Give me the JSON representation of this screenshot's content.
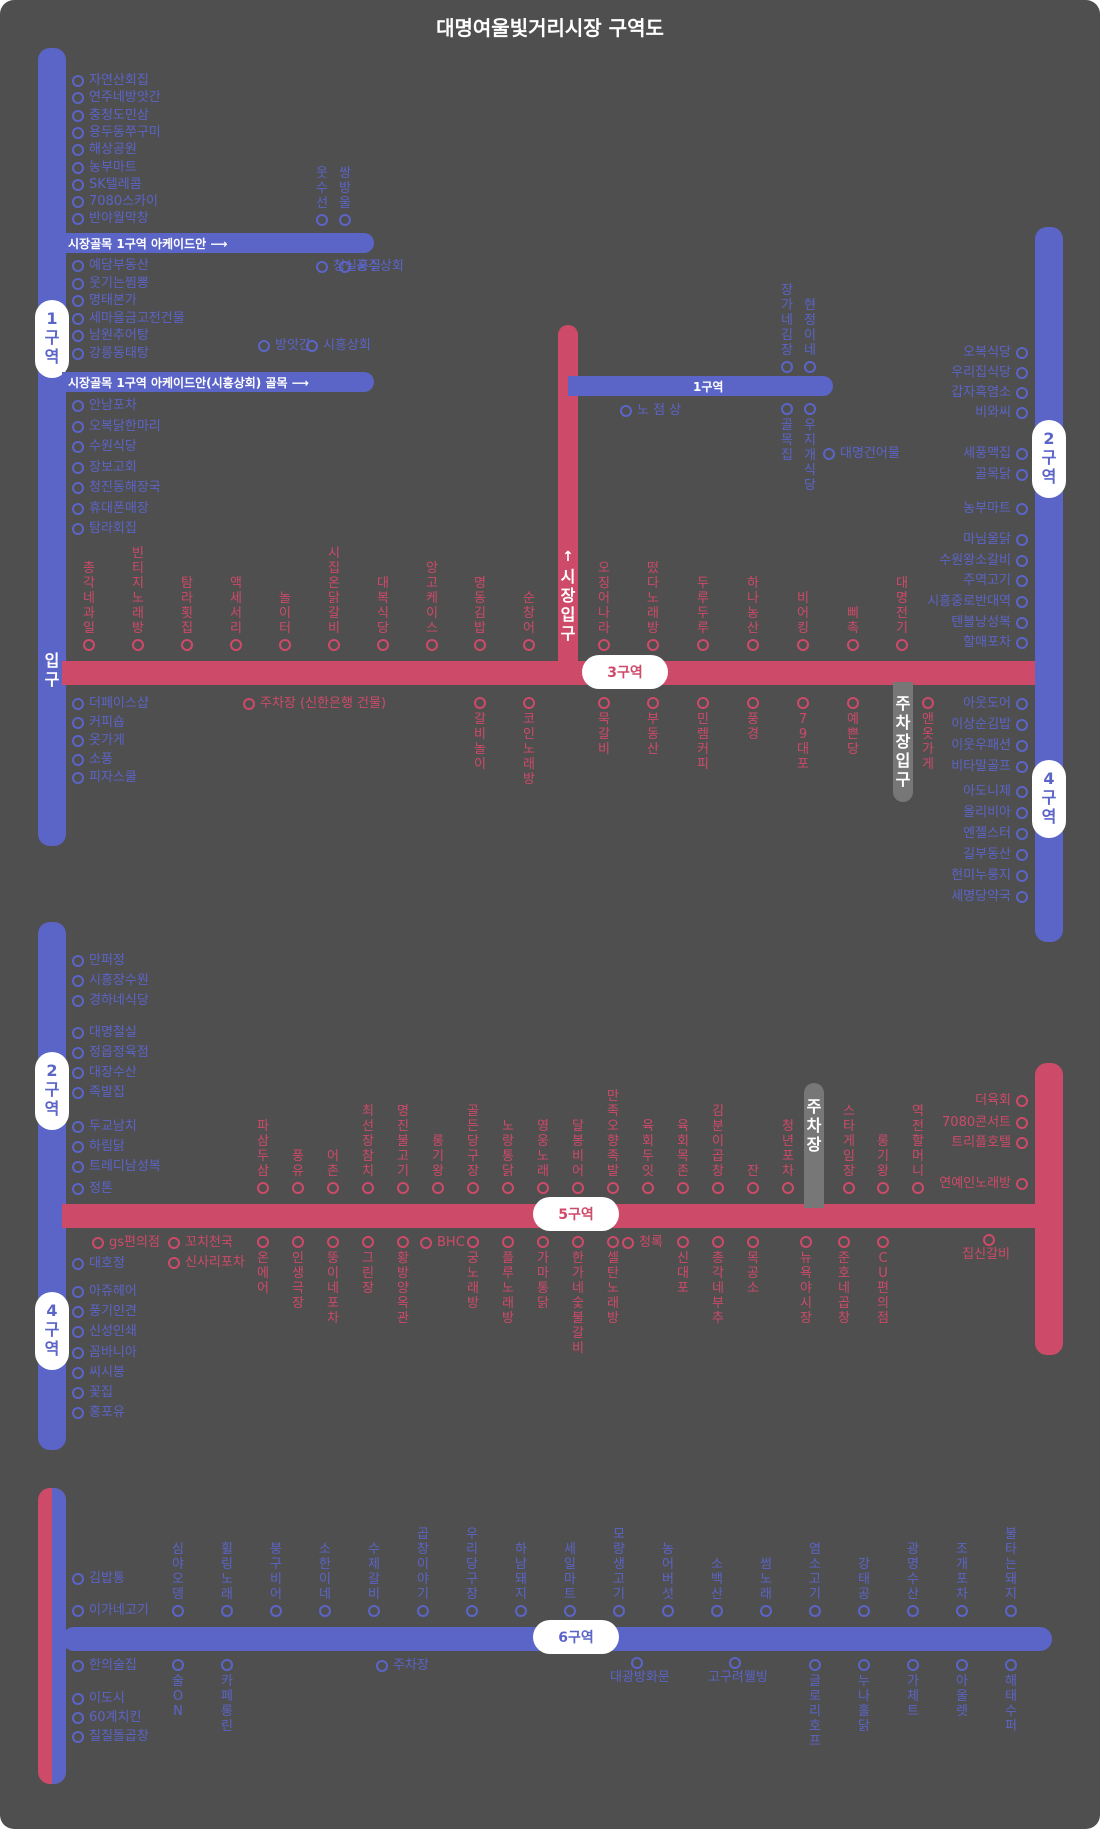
{
  "title": "대명여울빛거리시장 구역도",
  "colors": {
    "background": "#4f4f4f",
    "blue": "#5b64c7",
    "red": "#ce4a69",
    "grey": "#777777",
    "white": "#ffffff"
  },
  "zones": {
    "z1": "1구역",
    "z2": "2구역",
    "z3": "3구역",
    "z4": "4구역",
    "z5": "5구역",
    "z6": "6구역",
    "entrance": "입구",
    "market_entrance": "시장입구",
    "parking_entrance": "주차장입구",
    "parking": "주차장"
  },
  "s1": {
    "left_top": [
      "자연산회집",
      "연주네방앗간",
      "충청도민삼",
      "용두동쭈구미",
      "해상공원",
      "농부마트",
      "SK텔레콤",
      "7080스카이",
      "반야월막창"
    ],
    "arcade1": "시장골목 1구역 아케이드안 ⟶",
    "left_mid": [
      "예담부동산",
      "웃기는찜뽕",
      "명태본가",
      "세마을금고전건물",
      "남원추어탕",
      "강릉동태탕"
    ],
    "arcade2": "시장골목 1구역 아케이드안(시흥상회) 골목 ⟶",
    "left_low": [
      "안남포차",
      "오복닭한마리",
      "수원식당",
      "장보고회",
      "청진동해장국",
      "휴대폰매장",
      "탐라회집"
    ],
    "upper_pair": [
      "웃수선",
      "쌍방울"
    ],
    "mid_pair": [
      "청실홍실",
      "공주상회"
    ],
    "small_pair": [
      "방앗간",
      "시흥상회"
    ],
    "top_row": [
      "총각네과일",
      "빈티지노래방",
      "탐라횟집",
      "액세서리",
      "놀이터",
      "시집온닭갈비",
      "대복식당",
      "앙고케이스",
      "명동김밥",
      "순창어",
      "오징어나라",
      "떴다노래방",
      "두루두루",
      "하나농산",
      "비어킹",
      "삐촉",
      "대명전기"
    ],
    "bottom_left": [
      "더페이스샵",
      "커피숍",
      "옷가게",
      "소풍",
      "피자스쿨"
    ],
    "parking_bldg": "주차장 (신한은행 건물)",
    "bottom_row": [
      "갈비놀이",
      "코인노래방",
      "묵갈비",
      "부동산",
      "민렘커피",
      "풍경",
      "79대포",
      "예쁜당",
      "앤옷가게"
    ],
    "z1_top": [
      "장가네김장",
      "현정이네"
    ],
    "nojeom": "노 점 상",
    "z1_bottom": [
      "골목집",
      "우지개식당"
    ],
    "daemyung_bldg": "대명건어물",
    "right2": [
      "오복식당",
      "우리집식당",
      "갑자흑염소",
      "비와씨",
      "세풍맥집",
      "골목닭",
      "농부마트",
      "마님울닭",
      "수원왕소갈비",
      "주역고기",
      "시흥중로반대역",
      "텐블낭성복",
      "할매포차"
    ],
    "right4": [
      "아웃도어",
      "이상순김밥",
      "이웃우패션",
      "비타말골프",
      "아도니제",
      "올리비아",
      "엔젤스터",
      "길부동산",
      "현미누룽지",
      "세명당약국"
    ]
  },
  "s2": {
    "left2": [
      "만퍼정",
      "시흥장수원",
      "경하네식당",
      "대명철실",
      "정읍정육점",
      "대장수산",
      "족발집",
      "두교남치",
      "하림닭",
      "트레디남성복",
      "정톤"
    ],
    "left4": [
      "대호정",
      "아쥬헤어",
      "풍기인견",
      "신성인쇄",
      "꼼바니아",
      "씨시봉",
      "꽃집",
      "홍포유"
    ],
    "right": [
      "더육회",
      "7080콘서트",
      "트리플호텔",
      "연예인노래방"
    ],
    "top_row": [
      "파삼두삼",
      "풍유",
      "어촌",
      "최선장참치",
      "명진불고기",
      "롱기왕",
      "골든당구장",
      "노랑통닭",
      "영웅노래",
      "달봉비어",
      "만족오향족발",
      "육회두잇",
      "육회목존",
      "김분이곱창",
      "잔",
      "청년포차",
      "스타게임장",
      "롱기왕",
      "역전할머니"
    ],
    "b1": "gs편의점",
    "b2": "꼬치천국",
    "b3": "신사리포차",
    "bottom_row": [
      "온에어",
      "인생극장",
      "뚱이네포차",
      "그린장",
      "황방양옥관",
      "BHC",
      "궁노래방",
      "플루노래방",
      "가마통닭",
      "한가네숯불갈비",
      "셀탄노래방",
      "청록",
      "신대포",
      "총각네부추",
      "목공소",
      "뉴욕야시장",
      "준호네곱창",
      "CU편의점"
    ],
    "jipsin": "집신갈비"
  },
  "s3": {
    "left_top": [
      "김밥통",
      "이가네고기"
    ],
    "left_bottom": [
      "한의술집",
      "이도시",
      "60계치킨",
      "칠칠돌곱창"
    ],
    "top_row": [
      "심야오뎅",
      "휠링노래",
      "붕구비어",
      "소한이네",
      "수제갈비",
      "곱창이야기",
      "우리당구장",
      "하남돼지",
      "세일마트",
      "모량생고기",
      "농어버섯",
      "소백산",
      "썸노래",
      "염소고기",
      "강태공",
      "광명수산",
      "조개포차",
      "불타는돼지"
    ],
    "b_sul": "술ON",
    "b_cafe": "카페롱린",
    "b_park": "주차장",
    "b_dg": "대광방화문",
    "b_gg": "고구려웰빙",
    "b_right": [
      "글로리호프",
      "누나홀닭",
      "가체트",
      "아울렛",
      "해태수퍼"
    ]
  }
}
